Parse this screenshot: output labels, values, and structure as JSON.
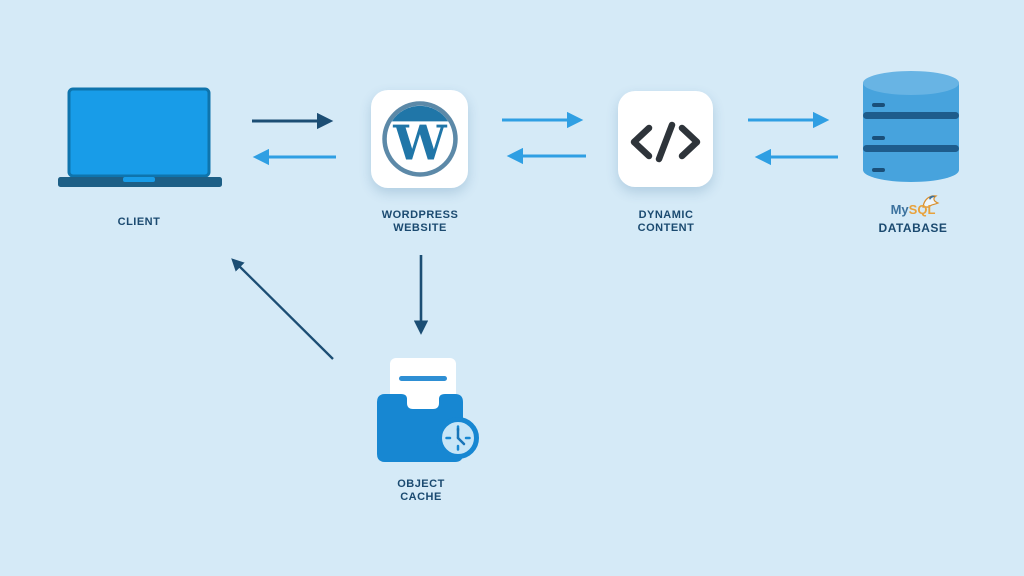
{
  "diagram": {
    "type": "architecture-flow",
    "subject": "WordPress object caching data flow"
  },
  "nodes": {
    "client": {
      "label": "CLIENT",
      "icon": "laptop-icon"
    },
    "wordpress_website": {
      "label_line1": "WORDPRESS",
      "label_line2": "WEBSITE",
      "icon": "wordpress-logo-icon"
    },
    "dynamic_content": {
      "label_line1": "DYNAMIC",
      "label_line2": "CONTENT",
      "icon": "code-icon"
    },
    "mysql_database": {
      "logo_my": "My",
      "logo_sql": "SQL",
      "label": "DATABASE",
      "icon": "database-cylinder-icon"
    },
    "object_cache": {
      "label_line1": "OBJECT",
      "label_line2": "CACHE",
      "icon": "folder-clock-icon"
    }
  },
  "edges": [
    {
      "from": "client",
      "to": "wordpress_website",
      "color": "dark",
      "direction": "right"
    },
    {
      "from": "wordpress_website",
      "to": "client",
      "color": "light",
      "direction": "left"
    },
    {
      "from": "wordpress_website",
      "to": "dynamic_content",
      "color": "light",
      "direction": "right"
    },
    {
      "from": "dynamic_content",
      "to": "wordpress_website",
      "color": "light",
      "direction": "left"
    },
    {
      "from": "dynamic_content",
      "to": "mysql_database",
      "color": "light",
      "direction": "right"
    },
    {
      "from": "mysql_database",
      "to": "dynamic_content",
      "color": "light",
      "direction": "left"
    },
    {
      "from": "wordpress_website",
      "to": "object_cache",
      "color": "dark",
      "direction": "down"
    },
    {
      "from": "object_cache",
      "to": "client",
      "color": "dark",
      "direction": "up-left"
    }
  ],
  "colors": {
    "background": "#d5eaf7",
    "arrow_dark": "#1c4e74",
    "arrow_light": "#2f9fe3",
    "label_text": "#1b4a70",
    "card_bg": "#ffffff",
    "laptop_screen": "#189ce8",
    "laptop_screen_border": "#0e74ad",
    "laptop_base": "#1d5f86",
    "wordpress_ring": "#5c89a8",
    "wordpress_blue": "#2076a8",
    "code_icon": "#2e343a",
    "db_body": "#47a3dd",
    "db_top": "#68b4e4",
    "db_band": "#1e5c8c",
    "db_dash": "#1a4f79",
    "mysql_my": "#3c729e",
    "mysql_sql": "#e8a23c",
    "folder_blue": "#1787d2",
    "doc_line": "#2e8fd4",
    "clock_face": "#c7e5f7",
    "clock_hands": "#1774b8"
  }
}
